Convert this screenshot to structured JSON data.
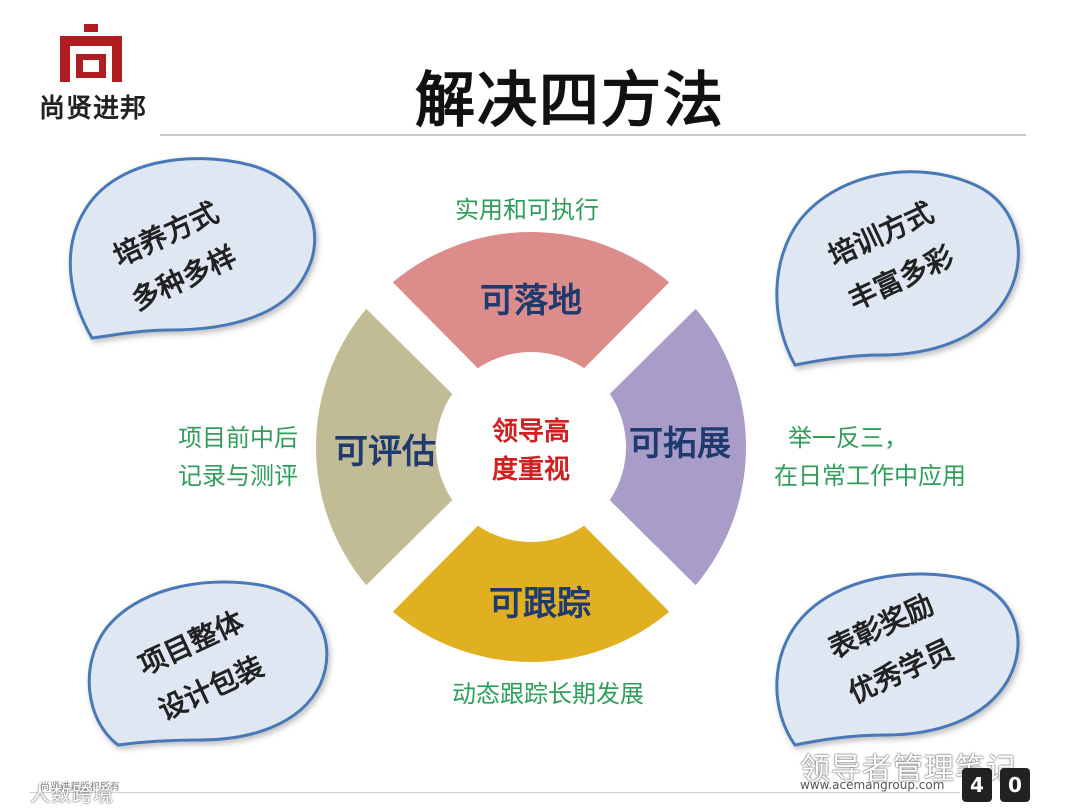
{
  "header": {
    "logo_text": "尚贤进邦",
    "title": "解决四方法"
  },
  "wheel": {
    "center": [
      "领导高",
      "度重视"
    ],
    "segments": [
      {
        "id": "top",
        "label": "可落地",
        "color": "#dc8c8a"
      },
      {
        "id": "right",
        "label": "可拓展",
        "color": "#aa9cc8"
      },
      {
        "id": "bottom",
        "label": "可跟踪",
        "color": "#e0b020"
      },
      {
        "id": "left",
        "label": "可评估",
        "color": "#c2bc96"
      }
    ]
  },
  "annotations": {
    "top": "实用和可执行",
    "bottom": "动态跟踪长期发展",
    "left": [
      "项目前中后",
      "记录与测评"
    ],
    "right": [
      "举一反三，",
      "在日常工作中应用"
    ]
  },
  "bubbles": {
    "top_left": [
      "培养方式",
      "多种多样"
    ],
    "top_right": [
      "培训方式",
      "丰富多彩"
    ],
    "bottom_left": [
      "项目整体",
      "设计包装"
    ],
    "bottom_right": [
      "表彰奖励",
      "优秀学员"
    ]
  },
  "footer": {
    "left_text": "尚贤进邦版权所有",
    "watermark_left": "人数跨境",
    "watermark_right": "领导者管理笔记",
    "url": "www.acemangroup.com",
    "page_digits": [
      "4",
      "0"
    ]
  },
  "colors": {
    "annotation_green": "#2e9e5a",
    "segment_label": "#1f3a6e",
    "center_text": "#d02020",
    "bubble_fill": "#dfe8f2",
    "bubble_stroke": "#4a78b8",
    "logo_red": "#b01e24"
  }
}
